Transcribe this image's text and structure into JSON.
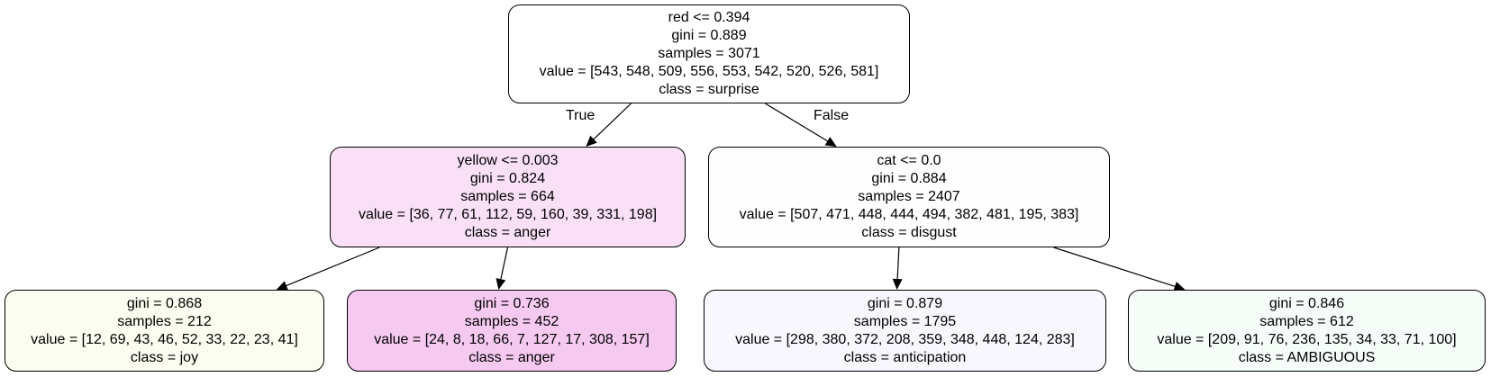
{
  "tree": {
    "nodes": [
      {
        "id": "n0",
        "lines": [
          "red <= 0.394",
          "gini = 0.889",
          "samples = 3071",
          "value = [543, 548, 509, 556, 553, 542, 520, 526, 581]",
          "class = surprise"
        ],
        "fill": "#ffffff"
      },
      {
        "id": "n1",
        "lines": [
          "yellow <= 0.003",
          "gini = 0.824",
          "samples = 664",
          "value = [36, 77, 61, 112, 59, 160, 39, 331, 198]",
          "class = anger"
        ],
        "fill": "#f9e0f7"
      },
      {
        "id": "n2",
        "lines": [
          "gini = 0.868",
          "samples = 212",
          "value = [12, 69, 43, 46, 52, 33, 22, 23, 41]",
          "class = joy"
        ],
        "fill": "#fbfdf1"
      },
      {
        "id": "n3",
        "lines": [
          "gini = 0.736",
          "samples = 452",
          "value = [24, 8, 18, 66, 7, 127, 17, 308, 157]",
          "class = anger"
        ],
        "fill": "#f6c9f1"
      },
      {
        "id": "n4",
        "lines": [
          "cat <= 0.0",
          "gini = 0.884",
          "samples = 2407",
          "value = [507, 471, 448, 444, 494, 382, 481, 195, 383]",
          "class = disgust"
        ],
        "fill": "#fffefe"
      },
      {
        "id": "n5",
        "lines": [
          "gini = 0.879",
          "samples = 1795",
          "value = [298, 380, 372, 208, 359, 348, 448, 124, 283]",
          "class = anticipation"
        ],
        "fill": "#f9f7fe"
      },
      {
        "id": "n6",
        "lines": [
          "gini = 0.846",
          "samples = 612",
          "value = [209, 91, 76, 236, 135, 34, 33, 71, 100]",
          "class = AMBIGUOUS"
        ],
        "fill": "#f6fdf9"
      }
    ],
    "edges": [
      {
        "from": "n0",
        "to": "n1"
      },
      {
        "from": "n0",
        "to": "n4"
      },
      {
        "from": "n1",
        "to": "n2"
      },
      {
        "from": "n1",
        "to": "n3"
      },
      {
        "from": "n4",
        "to": "n5"
      },
      {
        "from": "n4",
        "to": "n6"
      }
    ],
    "edge_labels": {
      "true_label": "True",
      "false_label": "False"
    },
    "colors": {
      "border": "#000000",
      "edge": "#000000"
    }
  }
}
